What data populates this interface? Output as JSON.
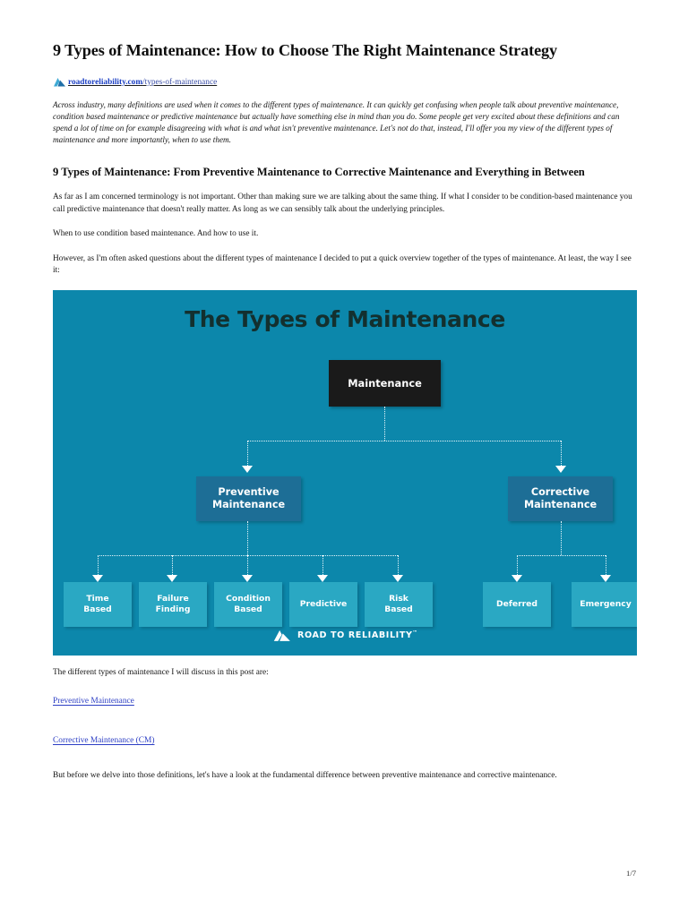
{
  "document": {
    "title": "9 Types of Maintenance: How to Choose The Right Maintenance Strategy",
    "source": {
      "logo_icon": "mountain-logo-icon",
      "domain": "roadtoreliability.com",
      "path": "/types-of-maintenance"
    },
    "intro_paragraph": "Across industry, many definitions are used when it comes to the different types of maintenance. It can quickly get confusing when people talk about preventive maintenance, condition based maintenance or predictive maintenance but actually have something else in mind than you do. Some people get very excited about these definitions and can spend a lot of time on for example disagreeing with what is and what isn't preventive maintenance. Let's not do that, instead, I'll offer you my view of the different types of maintenance and more importantly, when to use them.",
    "section_heading": "9 Types of Maintenance: From Preventive Maintenance to Corrective Maintenance and Everything in Between",
    "paragraphs": [
      "As far as I am concerned terminology is not important. Other than making sure we are talking about the same thing. If what I consider to be condition-based maintenance you call predictive maintenance that doesn't really matter. As long as we can sensibly talk about the underlying principles.",
      "When to use condition based maintenance. And how to use it.",
      "However, as I'm often asked questions about the different types of maintenance I decided to put a quick overview together of the types of maintenance. At least, the way I see it:"
    ],
    "after_figure_text": "The different types of maintenance I will discuss in this post are:",
    "links": [
      "Preventive Maintenance",
      "Corrective Maintenance (CM)"
    ],
    "closing_paragraph": "But before we delve into those definitions, let's have a look at the fundamental difference between preventive maintenance and corrective maintenance.",
    "page_number": "1/7"
  },
  "figure": {
    "title": "The Types of Maintenance",
    "background_color": "#0c87ab",
    "root_node": {
      "label": "Maintenance",
      "color": "#1a1a1a"
    },
    "mid_nodes": [
      {
        "label": "Preventive\nMaintenance",
        "line1": "Preventive",
        "line2": "Maintenance",
        "color": "#1d6e96"
      },
      {
        "label": "Corrective\nMaintenance",
        "line1": "Corrective",
        "line2": "Maintenance",
        "color": "#1d6e96"
      }
    ],
    "preventive_children": [
      {
        "line1": "Time",
        "line2": "Based"
      },
      {
        "line1": "Failure",
        "line2": "Finding"
      },
      {
        "line1": "Condition",
        "line2": "Based"
      },
      {
        "line1": "Predictive",
        "line2": ""
      },
      {
        "line1": "Risk",
        "line2": "Based"
      }
    ],
    "corrective_children": [
      {
        "line1": "Deferred",
        "line2": ""
      },
      {
        "line1": "Emergency",
        "line2": ""
      }
    ],
    "leaf_color": "#2aa8c3",
    "footer": {
      "logo_icon": "mountain-logo-icon",
      "brand": "ROAD TO RELIABILITY",
      "trademark": "™"
    }
  }
}
